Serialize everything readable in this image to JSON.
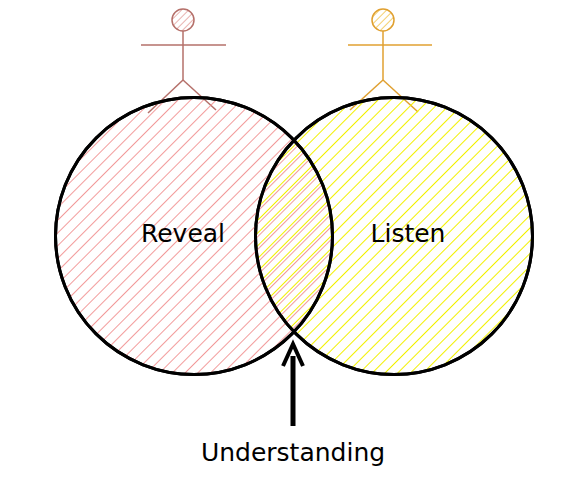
{
  "diagram": {
    "nodes": [
      {
        "text": [
          "Reveal"
        ]
      },
      {
        "text": [
          "Listen"
        ]
      }
    ],
    "labels": [
      "Understanding"
    ]
  }
}
